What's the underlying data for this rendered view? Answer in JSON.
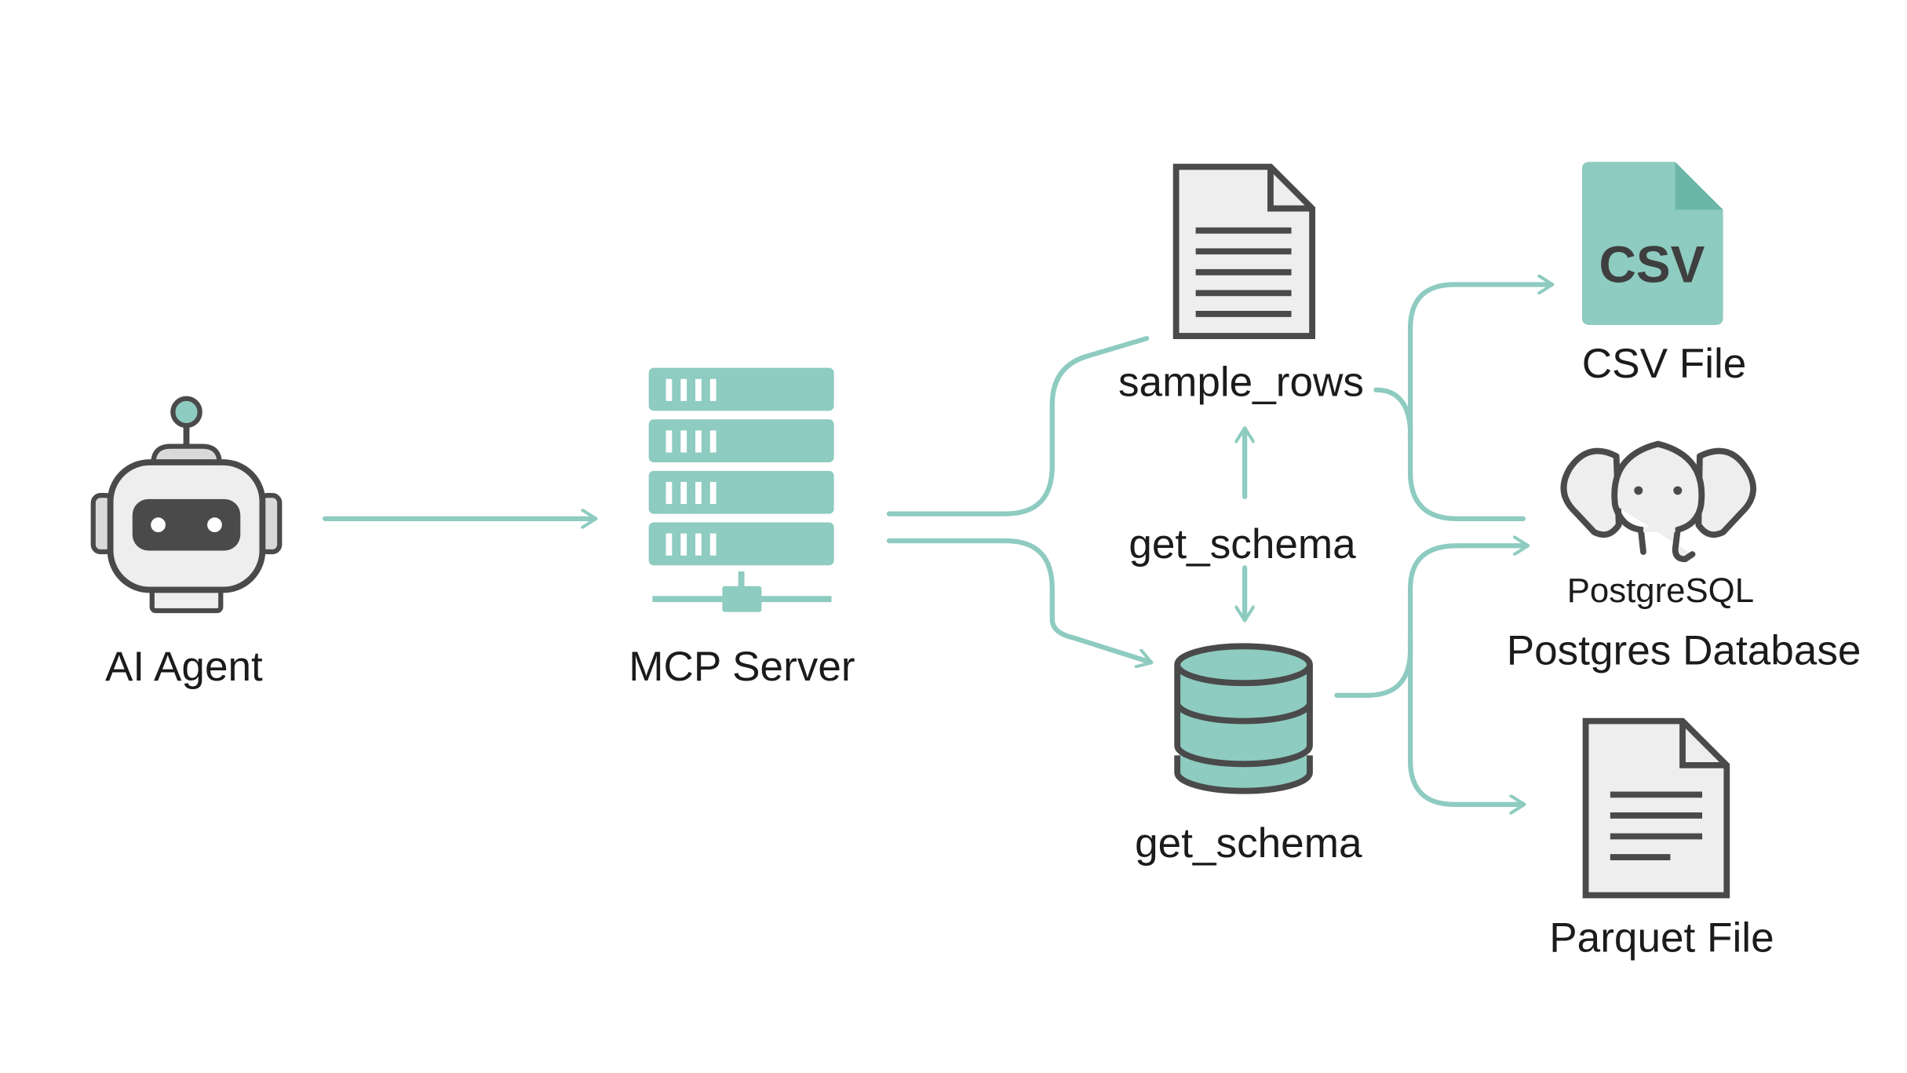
{
  "colors": {
    "accent": "#8ecbc0",
    "outline": "#4a4a4a",
    "icon_fill": "#eeeeee",
    "text": "#1b1b1b"
  },
  "nodes": {
    "agent": {
      "label": "AI Agent",
      "icon": "robot-icon"
    },
    "server": {
      "label": "MCP Server",
      "icon": "server-rack-icon"
    },
    "sample_rows": {
      "label": "sample_rows",
      "icon": "document-icon"
    },
    "middle_tool": {
      "label": "get_schema"
    },
    "get_schema": {
      "label": "get_schema",
      "icon": "database-icon"
    },
    "csv": {
      "label": "CSV File",
      "icon": "csv-file-icon",
      "badge": "CSV"
    },
    "postgres": {
      "label": "Postgres Database",
      "icon": "postgres-elephant-icon",
      "logo_text": "PostgreSQL"
    },
    "parquet": {
      "label": "Parquet File",
      "icon": "document-icon"
    }
  }
}
